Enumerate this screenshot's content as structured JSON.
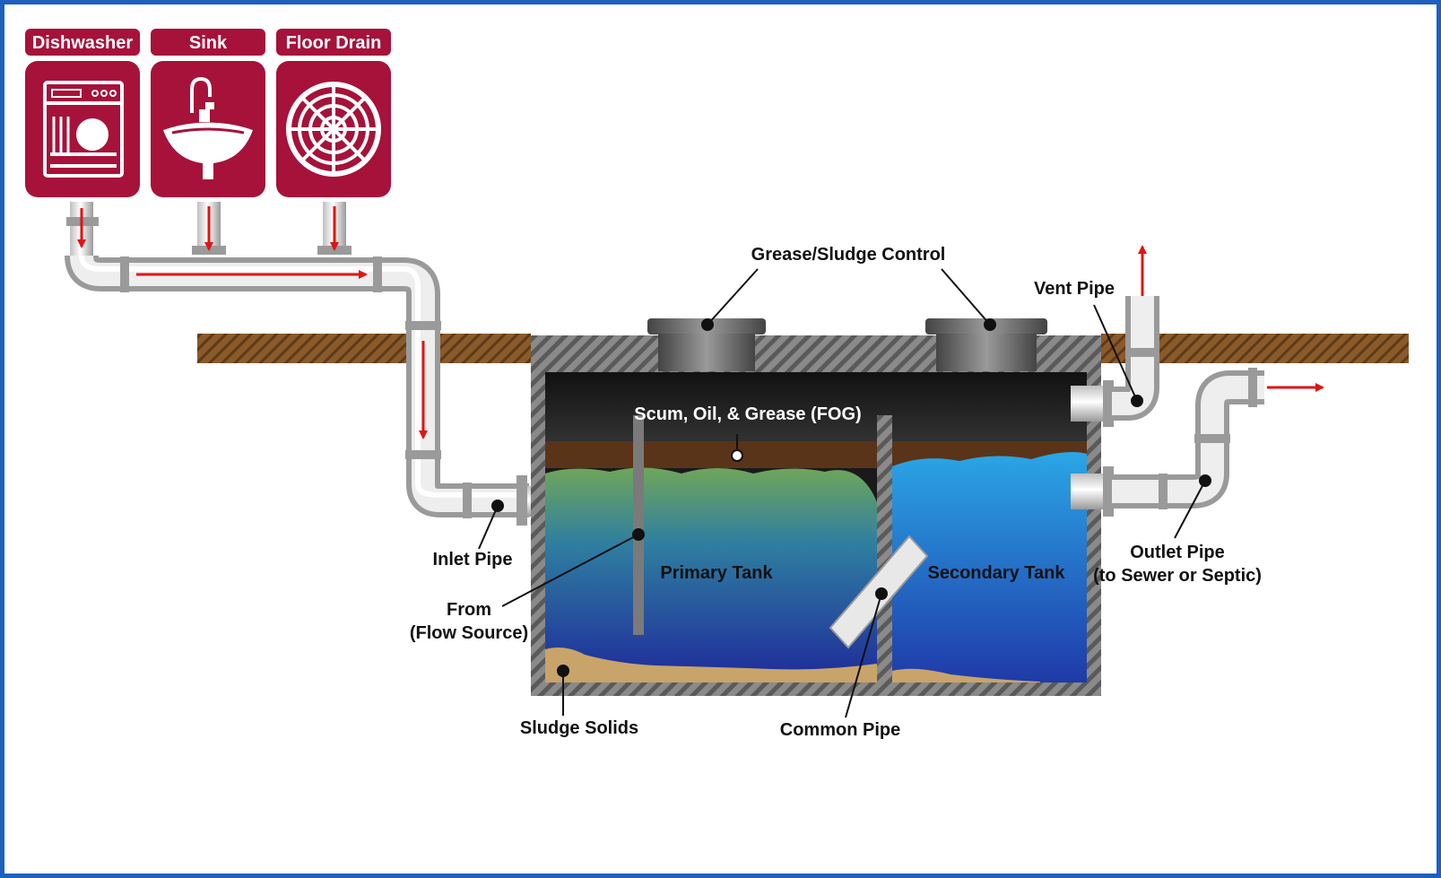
{
  "sources": {
    "dishwasher": "Dishwasher",
    "sink": "Sink",
    "floor_drain": "Floor Drain"
  },
  "labels": {
    "grease_control": "Grease/Sludge Control",
    "vent_pipe": "Vent Pipe",
    "fog": "Scum, Oil, & Grease (FOG)",
    "inlet_pipe": "Inlet Pipe",
    "from_line1": "From",
    "from_line2": "(Flow Source)",
    "primary_tank": "Primary Tank",
    "secondary_tank": "Secondary Tank",
    "outlet_line1": "Outlet Pipe",
    "outlet_line2": "(to Sewer or Septic)",
    "sludge_solids": "Sludge Solids",
    "common_pipe": "Common Pipe"
  },
  "colors": {
    "border": "#1f5fbf",
    "source_tile": "#a6123a",
    "arrow": "#e01414",
    "ground": "#8a5a2b"
  }
}
